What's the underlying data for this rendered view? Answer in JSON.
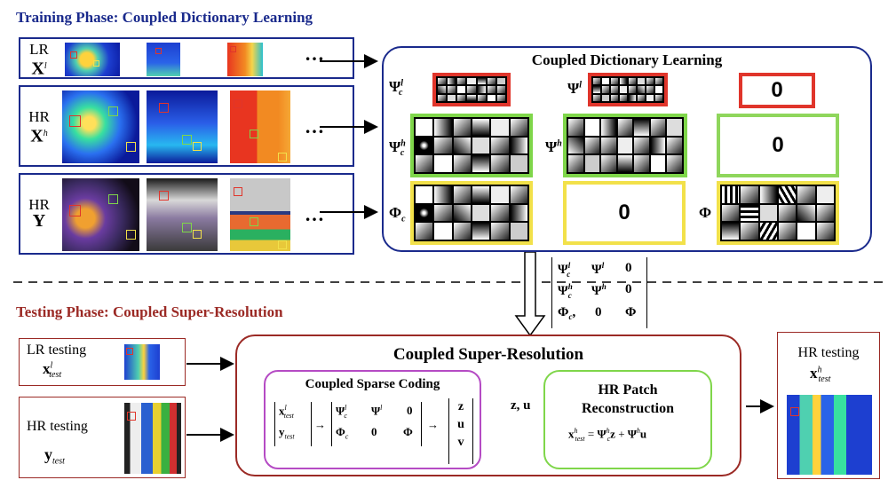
{
  "training": {
    "title": "Training Phase: Coupled Dictionary Learning",
    "rows": [
      {
        "kind": "LR",
        "symbol": "X",
        "sup": "l"
      },
      {
        "kind": "HR",
        "symbol": "X",
        "sup": "h"
      },
      {
        "kind": "HR",
        "symbol": "Y",
        "sup": ""
      }
    ],
    "ellipsis": "…"
  },
  "cdl": {
    "title": "Coupled Dictionary Learning",
    "psi_c_l": "Ψ",
    "psi_c_l_sub": "c",
    "psi_c_l_sup": "l",
    "psi_l": "Ψ",
    "psi_l_sup": "l",
    "psi_c_h": "Ψ",
    "psi_c_h_sub": "c",
    "psi_c_h_sup": "h",
    "psi_h": "Ψ",
    "psi_h_sup": "h",
    "phi_c": "Φ",
    "phi_c_sub": "c",
    "phi": "Φ",
    "zero": "0"
  },
  "matrix": {
    "r1": [
      "Ψ",
      "Ψ",
      "0"
    ],
    "r2": [
      "Ψ",
      "Ψ",
      "0"
    ],
    "r3": [
      "Φ",
      "0",
      "Φ"
    ],
    "sub_c": "c",
    "sup_l": "l",
    "sup_h": "h",
    "comma": ","
  },
  "testing": {
    "title": "Testing Phase: Coupled Super-Resolution",
    "lr_label": "LR testing",
    "lr_sym": "x",
    "lr_sup": "l",
    "lr_sub": "test",
    "hr_label": "HR testing",
    "hr_sym": "y",
    "hr_sub": "test",
    "out_label": "HR testing",
    "out_sym": "x",
    "out_sup": "h",
    "out_sub": "test"
  },
  "csr": {
    "title": "Coupled Super-Resolution",
    "sparse_title": "Coupled Sparse Coding",
    "sparse_vec": [
      "x",
      "y"
    ],
    "sparse_vec_sup": "l",
    "sparse_vec_sub": "test",
    "sparse_mat_r1": [
      "Ψ",
      "Ψ",
      "0"
    ],
    "sparse_mat_r2": [
      "Φ",
      "0",
      "Φ"
    ],
    "sparse_out": [
      "z",
      "u",
      "v"
    ],
    "zu_label": "z, u",
    "hr_title_1": "HR Patch",
    "hr_title_2": "Reconstruction",
    "hr_eq_lhs": "x",
    "hr_eq_lhs_sup": "h",
    "hr_eq_lhs_sub": "test",
    "hr_eq_eq": "=",
    "hr_eq_t1": "Ψ",
    "hr_eq_t1_sub": "c",
    "hr_eq_t1_sup": "h",
    "hr_eq_t1_var": "z",
    "hr_eq_plus": "+",
    "hr_eq_t2": "Ψ",
    "hr_eq_t2_sup": "h",
    "hr_eq_t2_var": "u"
  },
  "colors": {
    "blue": "#1a2a8c",
    "darkred": "#9b2a25",
    "red": "#e0352b",
    "green": "#7fd64a",
    "yellow": "#f2e14a",
    "purple": "#b54bc4",
    "lightgreen": "#8fd65c"
  }
}
